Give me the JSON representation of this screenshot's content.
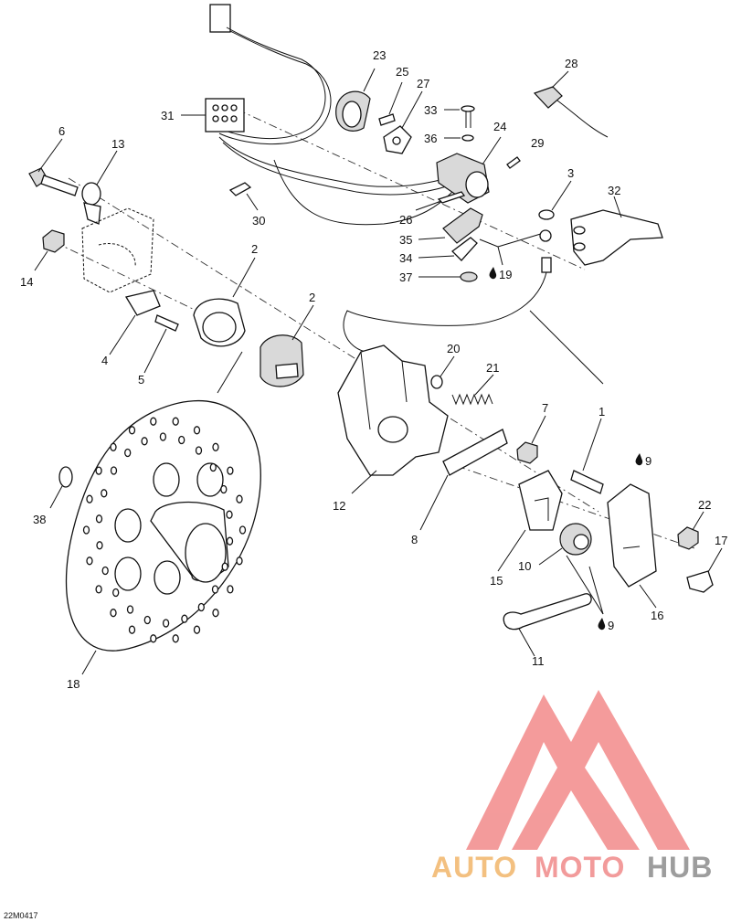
{
  "callouts": [
    {
      "id": "c1",
      "label": "1"
    },
    {
      "id": "c2a",
      "label": "2"
    },
    {
      "id": "c2b",
      "label": "2"
    },
    {
      "id": "c3",
      "label": "3"
    },
    {
      "id": "c4",
      "label": "4"
    },
    {
      "id": "c5",
      "label": "5"
    },
    {
      "id": "c6",
      "label": "6"
    },
    {
      "id": "c7",
      "label": "7"
    },
    {
      "id": "c8",
      "label": "8"
    },
    {
      "id": "c9a",
      "label": "9"
    },
    {
      "id": "c9b",
      "label": "9"
    },
    {
      "id": "c10",
      "label": "10"
    },
    {
      "id": "c11",
      "label": "11"
    },
    {
      "id": "c12",
      "label": "12"
    },
    {
      "id": "c13",
      "label": "13"
    },
    {
      "id": "c14",
      "label": "14"
    },
    {
      "id": "c15",
      "label": "15"
    },
    {
      "id": "c16",
      "label": "16"
    },
    {
      "id": "c17",
      "label": "17"
    },
    {
      "id": "c18",
      "label": "18"
    },
    {
      "id": "c19",
      "label": "19"
    },
    {
      "id": "c20",
      "label": "20"
    },
    {
      "id": "c21",
      "label": "21"
    },
    {
      "id": "c22",
      "label": "22"
    },
    {
      "id": "c23",
      "label": "23"
    },
    {
      "id": "c24",
      "label": "24"
    },
    {
      "id": "c25",
      "label": "25"
    },
    {
      "id": "c26",
      "label": "26"
    },
    {
      "id": "c27",
      "label": "27"
    },
    {
      "id": "c28",
      "label": "28"
    },
    {
      "id": "c29",
      "label": "29"
    },
    {
      "id": "c30",
      "label": "30"
    },
    {
      "id": "c31",
      "label": "31"
    },
    {
      "id": "c32",
      "label": "32"
    },
    {
      "id": "c33",
      "label": "33"
    },
    {
      "id": "c34",
      "label": "34"
    },
    {
      "id": "c35",
      "label": "35"
    },
    {
      "id": "c36",
      "label": "36"
    },
    {
      "id": "c37",
      "label": "37"
    },
    {
      "id": "c38",
      "label": "38"
    }
  ],
  "watermark": {
    "word_a": "AUTO",
    "word_b": "MOTO",
    "word_c": "HUB",
    "color_a": "#f2b66a",
    "color_b": "#f08a8a",
    "color_c": "#8c8c8c",
    "logo_color": "#f28a8a"
  },
  "drawing_code": "22M0417"
}
